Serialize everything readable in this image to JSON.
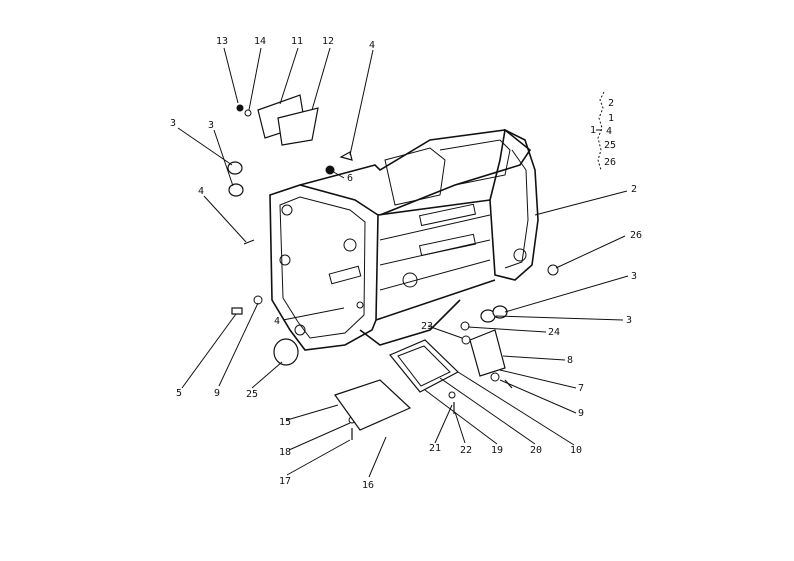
{
  "diagram": {
    "labels": [
      "13",
      "14",
      "11",
      "12",
      "4",
      "3",
      "3",
      "4",
      "6",
      "2",
      "26",
      "3",
      "3",
      "24",
      "23",
      "8",
      "7",
      "9",
      "10",
      "20",
      "19",
      "22",
      "21",
      "16",
      "17",
      "18",
      "15",
      "25",
      "9",
      "5",
      "4"
    ],
    "legend": {
      "group_label": "1",
      "items": [
        "2",
        "1",
        "4",
        "25",
        "26"
      ]
    }
  }
}
